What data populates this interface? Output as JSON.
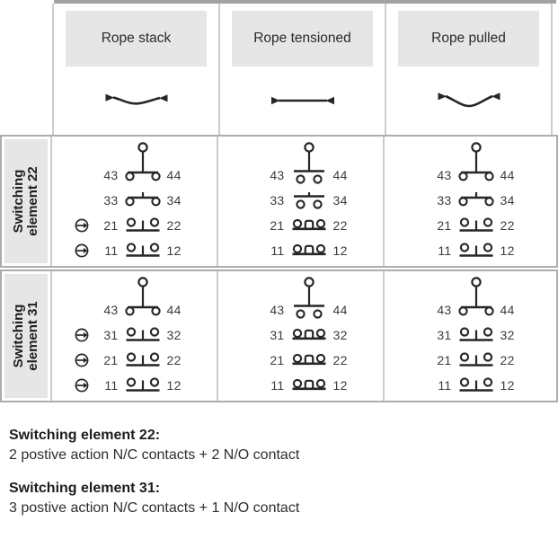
{
  "colors": {
    "top_bar": "#a2a2a2",
    "band_border": "#adadad",
    "grid_line": "#cccccc",
    "header_bg": "#e6e6e6",
    "label_bg": "#e6e6e6",
    "ink": "#262626",
    "number_ink": "#3c3c3c"
  },
  "table": {
    "columns": [
      {
        "label": "Rope stack",
        "rope": "slack",
        "rope_icon": "rope-slack-icon"
      },
      {
        "label": "Rope tensioned",
        "rope": "tensioned",
        "rope_icon": "rope-tensioned-icon"
      },
      {
        "label": "Rope pulled",
        "rope": "pulled",
        "rope_icon": "rope-pulled-icon"
      }
    ],
    "rows": [
      {
        "label_line1": "Switching",
        "label_line2": "element 22",
        "cells": [
          {
            "rows": [
              {
                "left": "43",
                "right": "44",
                "symbol": "no-closed",
                "positive_marker": false
              },
              {
                "left": "33",
                "right": "34",
                "symbol": "no-closed",
                "positive_marker": false
              },
              {
                "left": "21",
                "right": "22",
                "symbol": "nc-open",
                "positive_marker": true
              },
              {
                "left": "11",
                "right": "12",
                "symbol": "nc-open",
                "positive_marker": true
              }
            ]
          },
          {
            "rows": [
              {
                "left": "43",
                "right": "44",
                "symbol": "no-open",
                "positive_marker": false
              },
              {
                "left": "33",
                "right": "34",
                "symbol": "no-open",
                "positive_marker": false
              },
              {
                "left": "21",
                "right": "22",
                "symbol": "nc-closed",
                "positive_marker": false
              },
              {
                "left": "11",
                "right": "12",
                "symbol": "nc-closed",
                "positive_marker": false
              }
            ]
          },
          {
            "rows": [
              {
                "left": "43",
                "right": "44",
                "symbol": "no-closed",
                "positive_marker": false
              },
              {
                "left": "33",
                "right": "34",
                "symbol": "no-closed",
                "positive_marker": false
              },
              {
                "left": "21",
                "right": "22",
                "symbol": "nc-open",
                "positive_marker": false
              },
              {
                "left": "11",
                "right": "12",
                "symbol": "nc-open",
                "positive_marker": false
              }
            ]
          }
        ]
      },
      {
        "label_line1": "Switching",
        "label_line2": "element 31",
        "cells": [
          {
            "rows": [
              {
                "left": "43",
                "right": "44",
                "symbol": "no-closed",
                "positive_marker": false
              },
              {
                "left": "31",
                "right": "32",
                "symbol": "nc-open",
                "positive_marker": true
              },
              {
                "left": "21",
                "right": "22",
                "symbol": "nc-open",
                "positive_marker": true
              },
              {
                "left": "11",
                "right": "12",
                "symbol": "nc-open",
                "positive_marker": true
              }
            ]
          },
          {
            "rows": [
              {
                "left": "43",
                "right": "44",
                "symbol": "no-open",
                "positive_marker": false
              },
              {
                "left": "31",
                "right": "32",
                "symbol": "nc-closed",
                "positive_marker": false
              },
              {
                "left": "21",
                "right": "22",
                "symbol": "nc-closed",
                "positive_marker": false
              },
              {
                "left": "11",
                "right": "12",
                "symbol": "nc-closed",
                "positive_marker": false
              }
            ]
          },
          {
            "rows": [
              {
                "left": "43",
                "right": "44",
                "symbol": "no-closed",
                "positive_marker": false
              },
              {
                "left": "31",
                "right": "32",
                "symbol": "nc-open",
                "positive_marker": false
              },
              {
                "left": "21",
                "right": "22",
                "symbol": "nc-open",
                "positive_marker": false
              },
              {
                "left": "11",
                "right": "12",
                "symbol": "nc-open",
                "positive_marker": false
              }
            ]
          }
        ]
      }
    ]
  },
  "icons": {
    "plunger": "plunger-icon",
    "positive_action": "positive-action-arrow-icon"
  },
  "notes": [
    {
      "title": "Switching element 22:",
      "body": "2 postive action N/C contacts + 2 N/O contact"
    },
    {
      "title": "Switching element 31:",
      "body": "3 postive action N/C contacts + 1 N/O contact"
    }
  ]
}
